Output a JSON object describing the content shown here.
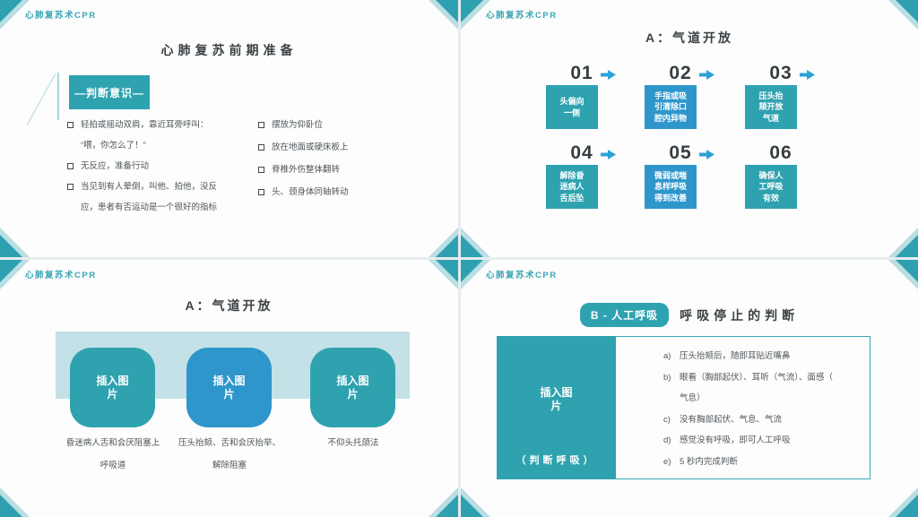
{
  "colors": {
    "accent_teal": "#2fa2b0",
    "accent_blue": "#2e96cb",
    "band_light_teal": "#c3e1e6",
    "corner_light_teal": "#b9dee3",
    "arrow_blue": "#2ba2d6",
    "header_text": "#38a6b4",
    "title_text": "#3c4245",
    "body_text": "#4e5559"
  },
  "slides": [
    {
      "header": "心肺复苏术CPR",
      "title": "心肺复苏前期准备",
      "section_label": "—判断意识—",
      "bullets_left": [
        [
          "轻拍或摇动双肩，靠近耳旁呼叫：",
          "“喂，你怎么了！”"
        ],
        [
          "无反应，准备行动"
        ],
        [
          "当见到有人晕倒，叫他、拍他，没反",
          "应，患者有否运动是一个很好的指标"
        ]
      ],
      "bullets_right": [
        [
          "摆放为仰卧位"
        ],
        [
          "放在地面或硬床板上"
        ],
        [
          "脊椎外伤整体翻转"
        ],
        [
          "头、颈身体同轴转动"
        ]
      ]
    },
    {
      "header": "心肺复苏术CPR",
      "title": "A：气道开放",
      "steps": [
        {
          "num": "01",
          "lines": [
            "头偏向",
            "一侧"
          ]
        },
        {
          "num": "02",
          "lines": [
            "手指或吸",
            "引清除口",
            "腔内异物"
          ]
        },
        {
          "num": "03",
          "lines": [
            "压头抬",
            "颏开放",
            "气道"
          ]
        },
        {
          "num": "04",
          "lines": [
            "解除昏",
            "迷病人",
            "舌后坠"
          ]
        },
        {
          "num": "05",
          "lines": [
            "微弱或喘",
            "息样呼吸",
            "得到改善"
          ]
        },
        {
          "num": "06",
          "lines": [
            "确保人",
            "工呼吸",
            "有效"
          ]
        }
      ]
    },
    {
      "header": "心肺复苏术CPR",
      "title": "A：气道开放",
      "placeholders": [
        {
          "label": [
            "插入图",
            "片"
          ],
          "caption": [
            "昏迷病人舌和会厌阻塞上",
            "呼吸道"
          ]
        },
        {
          "label": [
            "插入图",
            "片"
          ],
          "caption": [
            "压头抬颏、舌和会厌抬举、",
            "解除阻塞"
          ]
        },
        {
          "label": [
            "插入图",
            "片"
          ],
          "caption": [
            "不仰头托颌法"
          ]
        }
      ]
    },
    {
      "header": "心肺复苏术CPR",
      "badge": "B - 人工呼吸",
      "title": "呼吸停止的判断",
      "placeholder": {
        "label": [
          "插入图",
          "片"
        ],
        "sub": "（判断呼吸）"
      },
      "items": [
        {
          "marker": "a)",
          "text": [
            "压头抬颏后，随即耳贴近嘴鼻"
          ]
        },
        {
          "marker": "b)",
          "text": [
            "眼看（胸部起伏）、耳听（气流）、面感（",
            "气息）"
          ]
        },
        {
          "marker": "c)",
          "text": [
            "没有胸部起伏、气息、气流"
          ]
        },
        {
          "marker": "d)",
          "text": [
            "感觉没有呼吸，即可人工呼吸"
          ]
        },
        {
          "marker": "e)",
          "text": [
            "5 秒内完成判断"
          ]
        }
      ]
    }
  ]
}
